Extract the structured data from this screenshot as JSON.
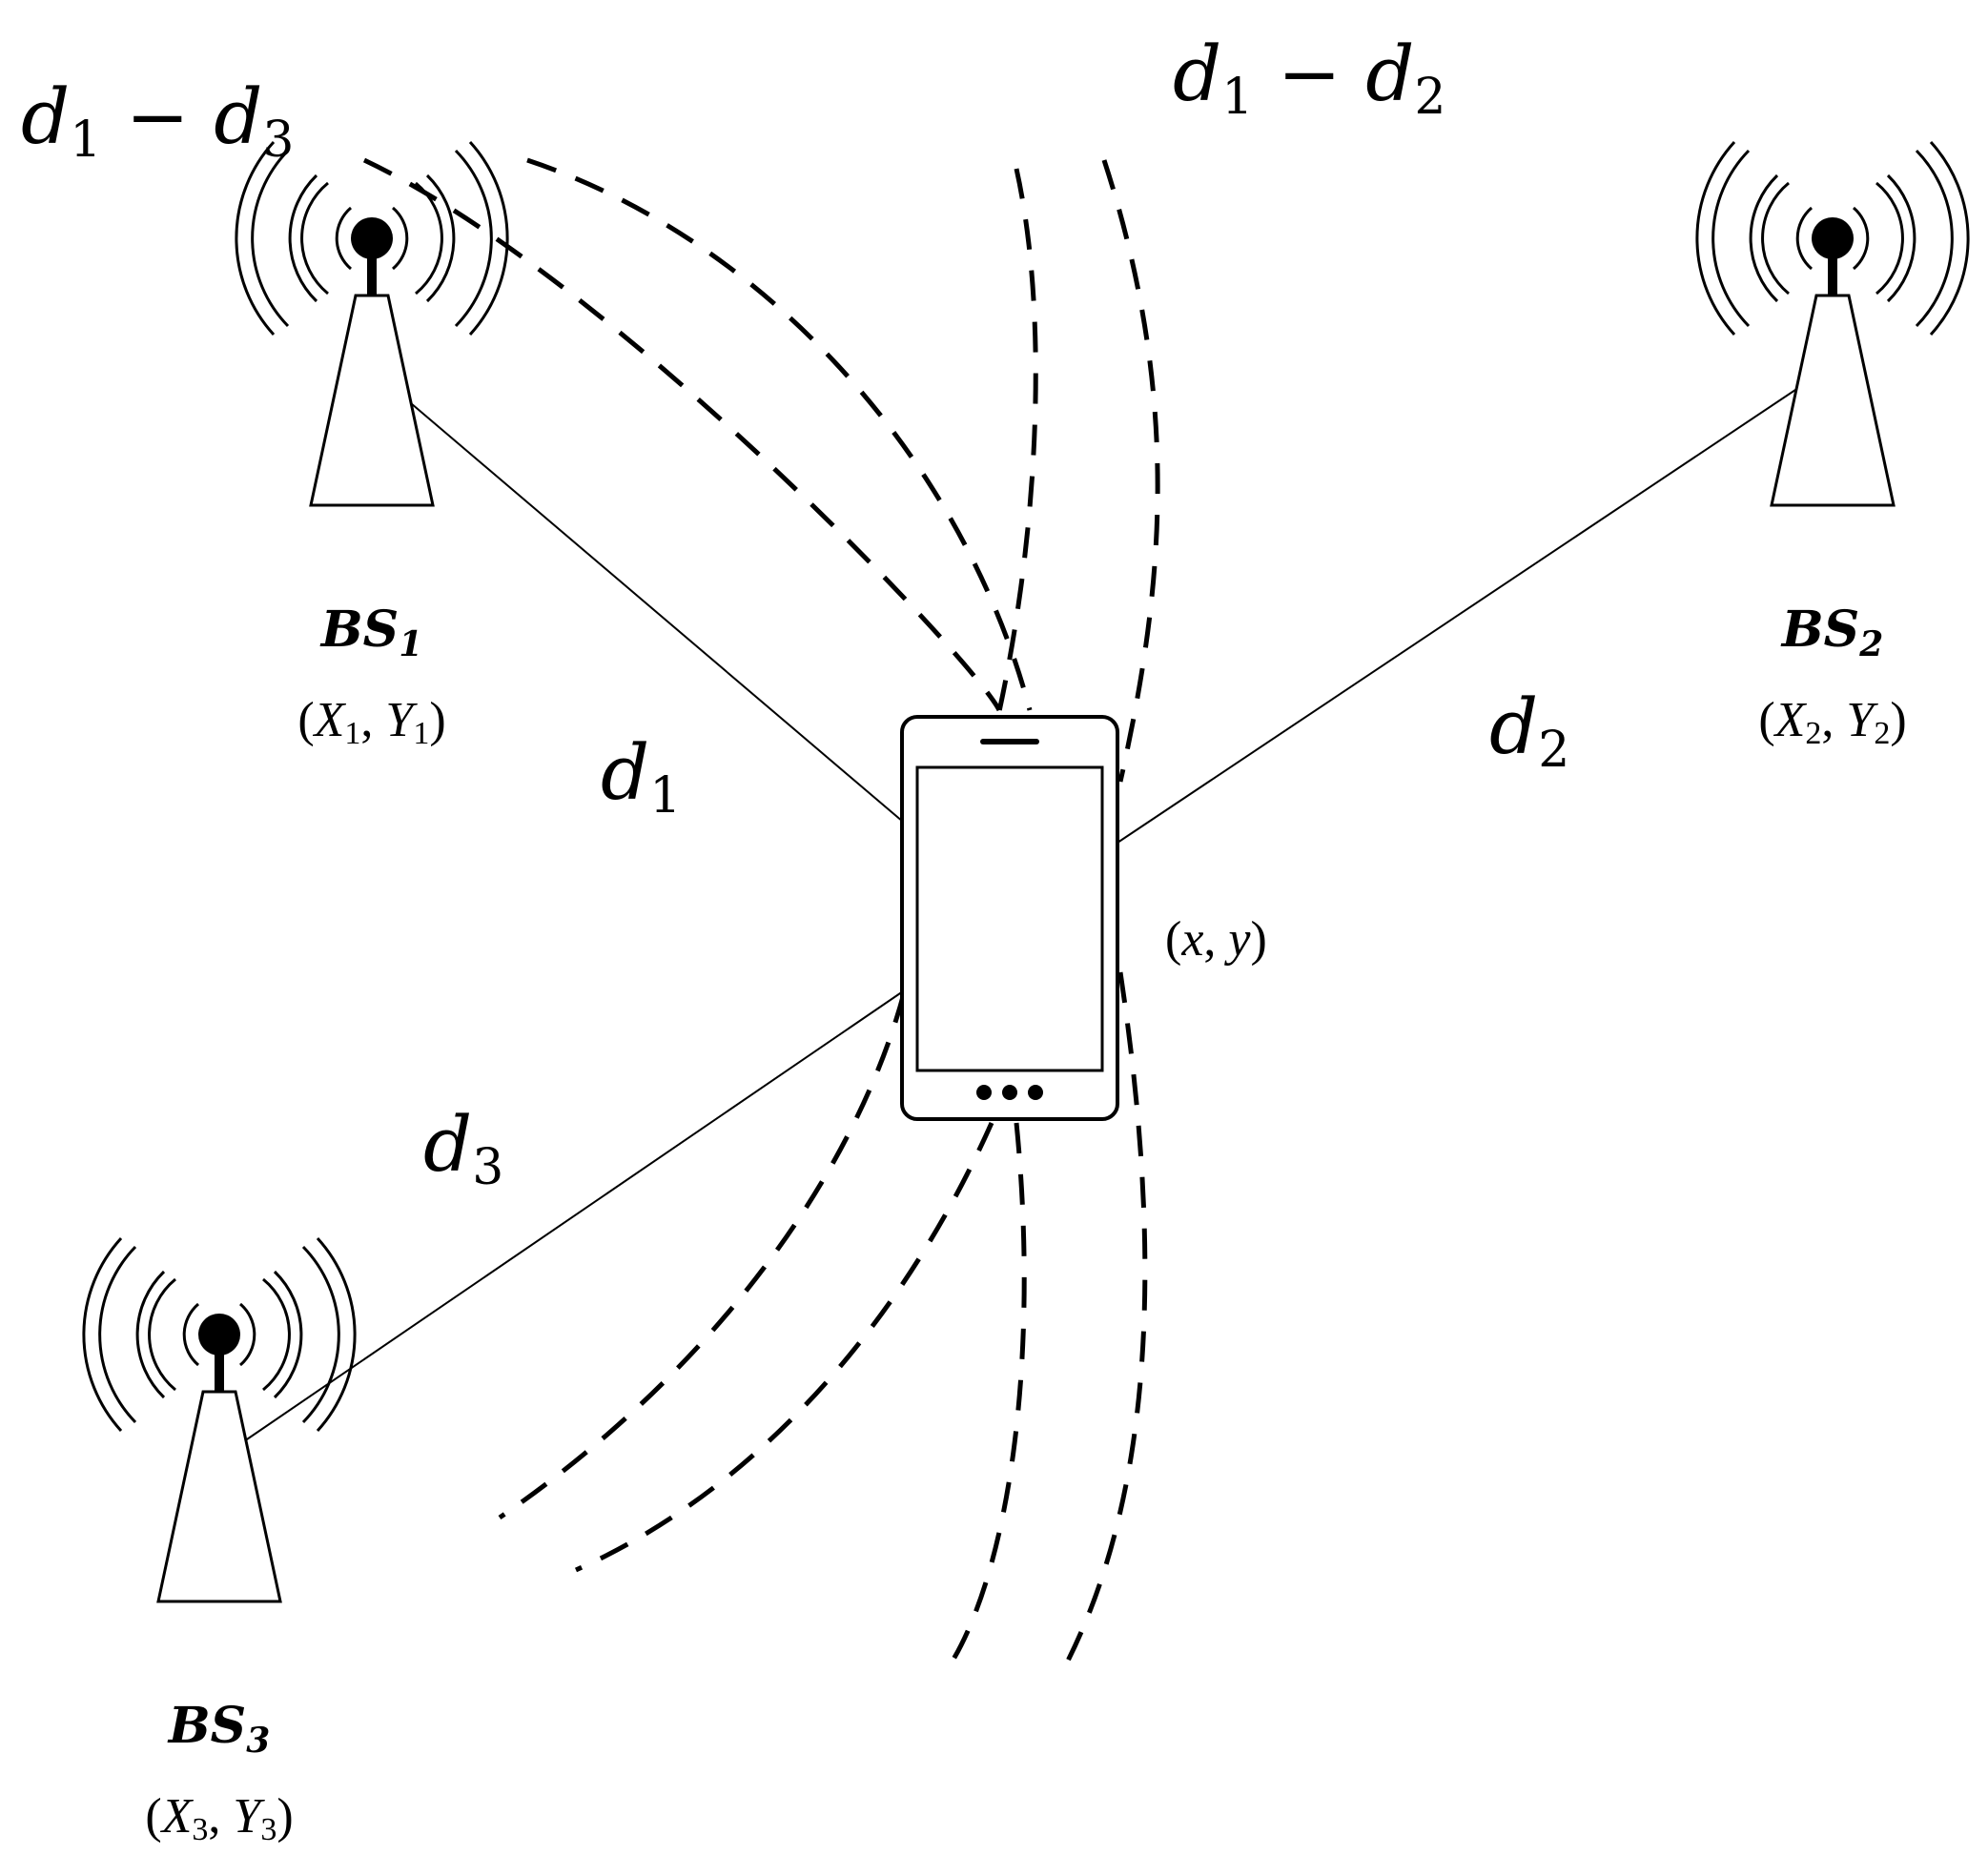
{
  "labels": {
    "hyperbola_13": {
      "base1": "d",
      "sub1": "1",
      "op": " − ",
      "base2": "d",
      "sub2": "3"
    },
    "hyperbola_12": {
      "base1": "d",
      "sub1": "1",
      "op": " − ",
      "base2": "d",
      "sub2": "2"
    },
    "dist_1": {
      "base": "d",
      "sub": "1"
    },
    "dist_2": {
      "base": "d",
      "sub": "2"
    },
    "dist_3": {
      "base": "d",
      "sub": "3"
    }
  },
  "stations": [
    {
      "name": "BS",
      "sub": "1",
      "coord_open": "(",
      "x": "X",
      "xsub": "1",
      "sep": ", ",
      "y": "Y",
      "ysub": "1",
      "coord_close": ")"
    },
    {
      "name": "BS",
      "sub": "2",
      "coord_open": "(",
      "x": "X",
      "xsub": "2",
      "sep": ", ",
      "y": "Y",
      "ysub": "2",
      "coord_close": ")"
    },
    {
      "name": "BS",
      "sub": "3",
      "coord_open": "(",
      "x": "X",
      "xsub": "3",
      "sep": ", ",
      "y": "Y",
      "ysub": "3",
      "coord_close": ")"
    }
  ],
  "mobile": {
    "coord_open": "(",
    "x": "x",
    "sep": ", ",
    "y": "y",
    "coord_close": ")"
  },
  "icons": {
    "station": "radio-tower-icon",
    "mobile": "smartphone-icon"
  }
}
